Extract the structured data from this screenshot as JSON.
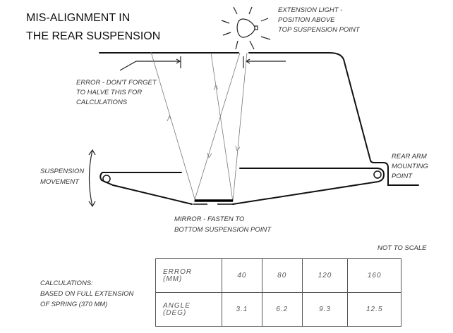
{
  "title": {
    "line1": "MIS-ALIGNMENT IN",
    "line2": "THE REAR SUSPENSION"
  },
  "labels": {
    "light": [
      "EXTENSION LIGHT -",
      "POSITION ABOVE",
      "TOP SUSPENSION POINT"
    ],
    "error": [
      "ERROR - DON'T FORGET",
      "TO HALVE THIS FOR",
      "CALCULATIONS"
    ],
    "movement": [
      "SUSPENSION",
      "MOVEMENT"
    ],
    "rear_arm": [
      "REAR ARM",
      "MOUNTING",
      "POINT"
    ],
    "mirror": [
      "MIRROR - FASTEN TO",
      "BOTTOM SUSPENSION POINT"
    ],
    "not_to_scale": "NOT TO SCALE",
    "calculations": [
      "CALCULATIONS:",
      "BASED ON FULL EXTENSION",
      "OF SPRING  (370 MM)"
    ]
  },
  "table": {
    "rows": [
      {
        "header": [
          "ERROR",
          "(MM)"
        ],
        "values": [
          "40",
          "80",
          "120",
          "160"
        ]
      },
      {
        "header": [
          "ANGLE",
          "(DEG)"
        ],
        "values": [
          "3.1",
          "6.2",
          "9.3",
          "12.5"
        ]
      }
    ]
  }
}
